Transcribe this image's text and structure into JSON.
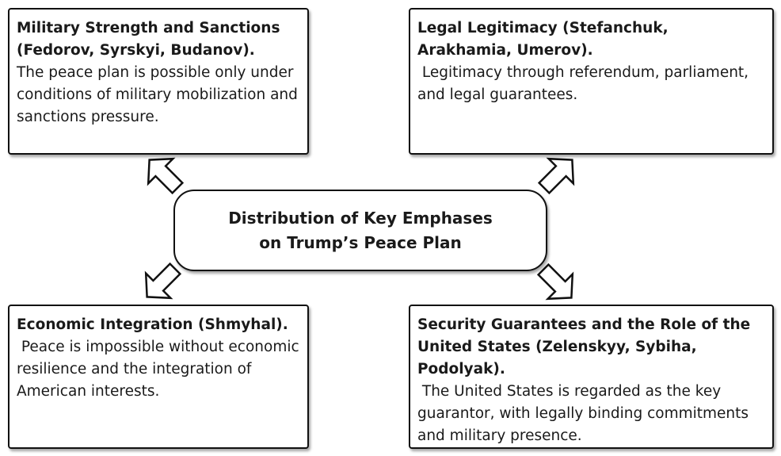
{
  "center": {
    "line1": "Distribution of Key Emphases",
    "line2": "on Trump’s Peace Plan"
  },
  "boxes": {
    "top_left": {
      "title": "Military Strength and Sanctions (Fedorov, Syrskyi, Budanov).",
      "text": "The peace plan is possible only under conditions of military mobilization and sanctions pressure."
    },
    "top_right": {
      "title": "Legal Legitimacy (Stefanchuk, Arakhamia, Umerov).",
      "text": " Legitimacy through referendum, parliament, and legal guarantees."
    },
    "bottom_left": {
      "title": "Economic Integration (Shmyhal).",
      "text": " Peace is impossible without economic resilience and the integration of American interests."
    },
    "bottom_right": {
      "title": "Security Guarantees and the Role of the United States (Zelenskyy, Sybiha, Podolyak).",
      "text": " The United States is regarded as the key guarantor, with legally binding commitments and military presence."
    }
  }
}
